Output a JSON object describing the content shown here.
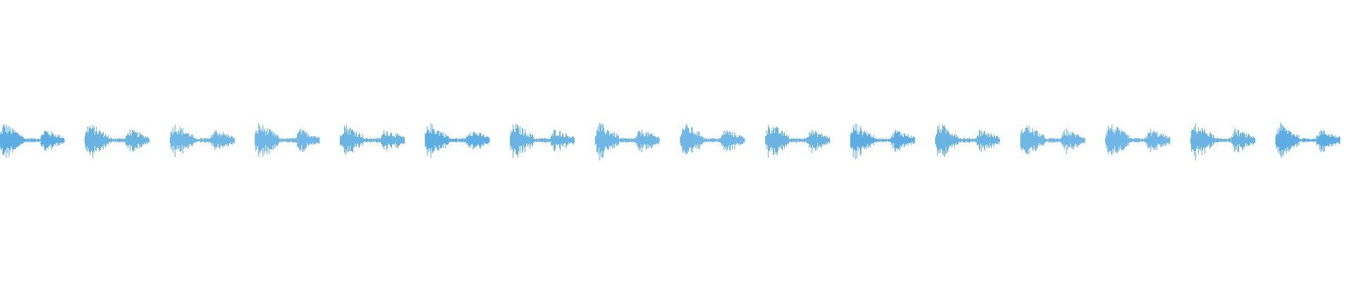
{
  "waveform": {
    "color": "#5dade2",
    "pattern_count": 16,
    "pattern_segments": [
      {
        "kind": "burst",
        "amplitude": 0.95
      },
      {
        "kind": "tail",
        "amplitude": 0.12
      },
      {
        "kind": "burst",
        "amplitude": 0.62
      }
    ]
  }
}
